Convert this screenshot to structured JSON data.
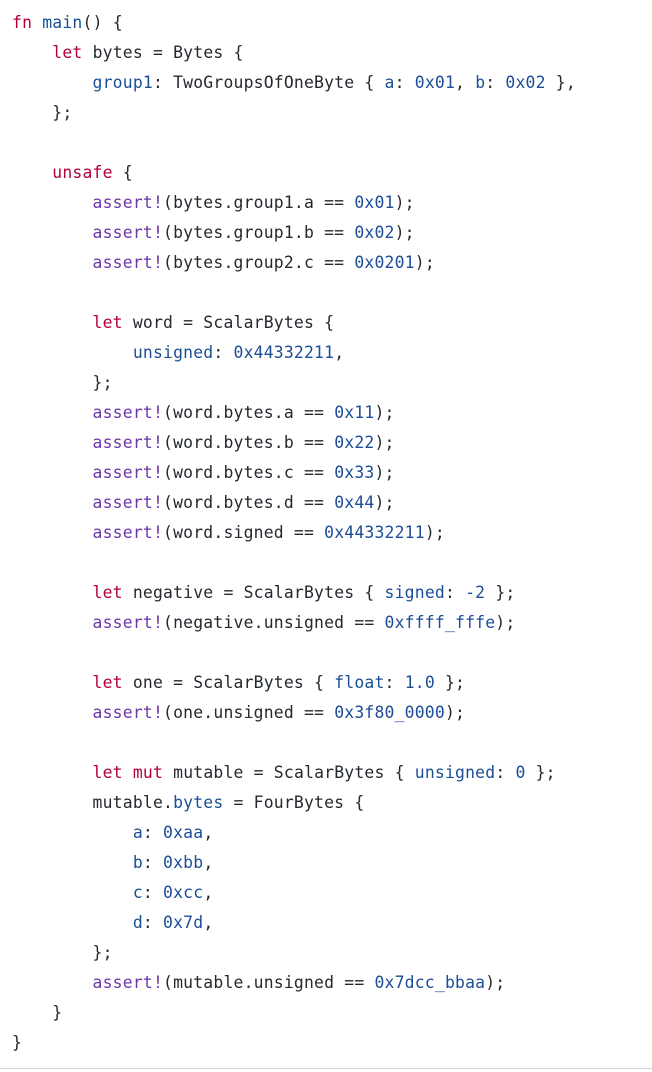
{
  "colors": {
    "keyword": "#b1003f",
    "function": "#194f99",
    "macro": "#6c36a9",
    "number": "#1d4c98",
    "field": "#1a4f96",
    "text": "#24292f",
    "background": "#ffffff"
  },
  "code": {
    "lines": [
      [
        {
          "t": "fn",
          "c": "kw"
        },
        {
          "t": " ",
          "c": "plain"
        },
        {
          "t": "main",
          "c": "fn"
        },
        {
          "t": "() {",
          "c": "plain"
        }
      ],
      [
        {
          "t": "    ",
          "c": "plain"
        },
        {
          "t": "let",
          "c": "kw"
        },
        {
          "t": " bytes = Bytes {",
          "c": "plain"
        }
      ],
      [
        {
          "t": "        ",
          "c": "plain"
        },
        {
          "t": "group1",
          "c": "fld"
        },
        {
          "t": ": TwoGroupsOfOneByte { ",
          "c": "plain"
        },
        {
          "t": "a",
          "c": "fld"
        },
        {
          "t": ": ",
          "c": "plain"
        },
        {
          "t": "0x01",
          "c": "num"
        },
        {
          "t": ", ",
          "c": "plain"
        },
        {
          "t": "b",
          "c": "fld"
        },
        {
          "t": ": ",
          "c": "plain"
        },
        {
          "t": "0x02",
          "c": "num"
        },
        {
          "t": " },",
          "c": "plain"
        }
      ],
      [
        {
          "t": "    };",
          "c": "plain"
        }
      ],
      [],
      [
        {
          "t": "    ",
          "c": "plain"
        },
        {
          "t": "unsafe",
          "c": "kw"
        },
        {
          "t": " {",
          "c": "plain"
        }
      ],
      [
        {
          "t": "        ",
          "c": "plain"
        },
        {
          "t": "assert!",
          "c": "mac"
        },
        {
          "t": "(bytes.group1.a == ",
          "c": "plain"
        },
        {
          "t": "0x01",
          "c": "num"
        },
        {
          "t": ");",
          "c": "plain"
        }
      ],
      [
        {
          "t": "        ",
          "c": "plain"
        },
        {
          "t": "assert!",
          "c": "mac"
        },
        {
          "t": "(bytes.group1.b == ",
          "c": "plain"
        },
        {
          "t": "0x02",
          "c": "num"
        },
        {
          "t": ");",
          "c": "plain"
        }
      ],
      [
        {
          "t": "        ",
          "c": "plain"
        },
        {
          "t": "assert!",
          "c": "mac"
        },
        {
          "t": "(bytes.group2.c == ",
          "c": "plain"
        },
        {
          "t": "0x0201",
          "c": "num"
        },
        {
          "t": ");",
          "c": "plain"
        }
      ],
      [],
      [
        {
          "t": "        ",
          "c": "plain"
        },
        {
          "t": "let",
          "c": "kw"
        },
        {
          "t": " word = ScalarBytes {",
          "c": "plain"
        }
      ],
      [
        {
          "t": "            ",
          "c": "plain"
        },
        {
          "t": "unsigned",
          "c": "fld"
        },
        {
          "t": ": ",
          "c": "plain"
        },
        {
          "t": "0x44332211",
          "c": "num"
        },
        {
          "t": ",",
          "c": "plain"
        }
      ],
      [
        {
          "t": "        };",
          "c": "plain"
        }
      ],
      [
        {
          "t": "        ",
          "c": "plain"
        },
        {
          "t": "assert!",
          "c": "mac"
        },
        {
          "t": "(word.bytes.a == ",
          "c": "plain"
        },
        {
          "t": "0x11",
          "c": "num"
        },
        {
          "t": ");",
          "c": "plain"
        }
      ],
      [
        {
          "t": "        ",
          "c": "plain"
        },
        {
          "t": "assert!",
          "c": "mac"
        },
        {
          "t": "(word.bytes.b == ",
          "c": "plain"
        },
        {
          "t": "0x22",
          "c": "num"
        },
        {
          "t": ");",
          "c": "plain"
        }
      ],
      [
        {
          "t": "        ",
          "c": "plain"
        },
        {
          "t": "assert!",
          "c": "mac"
        },
        {
          "t": "(word.bytes.c == ",
          "c": "plain"
        },
        {
          "t": "0x33",
          "c": "num"
        },
        {
          "t": ");",
          "c": "plain"
        }
      ],
      [
        {
          "t": "        ",
          "c": "plain"
        },
        {
          "t": "assert!",
          "c": "mac"
        },
        {
          "t": "(word.bytes.d == ",
          "c": "plain"
        },
        {
          "t": "0x44",
          "c": "num"
        },
        {
          "t": ");",
          "c": "plain"
        }
      ],
      [
        {
          "t": "        ",
          "c": "plain"
        },
        {
          "t": "assert!",
          "c": "mac"
        },
        {
          "t": "(word.signed == ",
          "c": "plain"
        },
        {
          "t": "0x44332211",
          "c": "num"
        },
        {
          "t": ");",
          "c": "plain"
        }
      ],
      [],
      [
        {
          "t": "        ",
          "c": "plain"
        },
        {
          "t": "let",
          "c": "kw"
        },
        {
          "t": " negative = ScalarBytes { ",
          "c": "plain"
        },
        {
          "t": "signed",
          "c": "fld"
        },
        {
          "t": ": ",
          "c": "plain"
        },
        {
          "t": "-2",
          "c": "num"
        },
        {
          "t": " };",
          "c": "plain"
        }
      ],
      [
        {
          "t": "        ",
          "c": "plain"
        },
        {
          "t": "assert!",
          "c": "mac"
        },
        {
          "t": "(negative.unsigned == ",
          "c": "plain"
        },
        {
          "t": "0xffff_fffe",
          "c": "num"
        },
        {
          "t": ");",
          "c": "plain"
        }
      ],
      [],
      [
        {
          "t": "        ",
          "c": "plain"
        },
        {
          "t": "let",
          "c": "kw"
        },
        {
          "t": " one = ScalarBytes { ",
          "c": "plain"
        },
        {
          "t": "float",
          "c": "fld"
        },
        {
          "t": ": ",
          "c": "plain"
        },
        {
          "t": "1.0",
          "c": "num"
        },
        {
          "t": " };",
          "c": "plain"
        }
      ],
      [
        {
          "t": "        ",
          "c": "plain"
        },
        {
          "t": "assert!",
          "c": "mac"
        },
        {
          "t": "(one.unsigned == ",
          "c": "plain"
        },
        {
          "t": "0x3f80_0000",
          "c": "num"
        },
        {
          "t": ");",
          "c": "plain"
        }
      ],
      [],
      [
        {
          "t": "        ",
          "c": "plain"
        },
        {
          "t": "let",
          "c": "kw"
        },
        {
          "t": " ",
          "c": "plain"
        },
        {
          "t": "mut",
          "c": "kw"
        },
        {
          "t": " mutable = ScalarBytes { ",
          "c": "plain"
        },
        {
          "t": "unsigned",
          "c": "fld"
        },
        {
          "t": ": ",
          "c": "plain"
        },
        {
          "t": "0",
          "c": "num"
        },
        {
          "t": " };",
          "c": "plain"
        }
      ],
      [
        {
          "t": "        mutable.",
          "c": "plain"
        },
        {
          "t": "bytes",
          "c": "fld"
        },
        {
          "t": " = FourBytes {",
          "c": "plain"
        }
      ],
      [
        {
          "t": "            ",
          "c": "plain"
        },
        {
          "t": "a",
          "c": "fld"
        },
        {
          "t": ": ",
          "c": "plain"
        },
        {
          "t": "0xaa",
          "c": "num"
        },
        {
          "t": ",",
          "c": "plain"
        }
      ],
      [
        {
          "t": "            ",
          "c": "plain"
        },
        {
          "t": "b",
          "c": "fld"
        },
        {
          "t": ": ",
          "c": "plain"
        },
        {
          "t": "0xbb",
          "c": "num"
        },
        {
          "t": ",",
          "c": "plain"
        }
      ],
      [
        {
          "t": "            ",
          "c": "plain"
        },
        {
          "t": "c",
          "c": "fld"
        },
        {
          "t": ": ",
          "c": "plain"
        },
        {
          "t": "0xcc",
          "c": "num"
        },
        {
          "t": ",",
          "c": "plain"
        }
      ],
      [
        {
          "t": "            ",
          "c": "plain"
        },
        {
          "t": "d",
          "c": "fld"
        },
        {
          "t": ": ",
          "c": "plain"
        },
        {
          "t": "0x7d",
          "c": "num"
        },
        {
          "t": ",",
          "c": "plain"
        }
      ],
      [
        {
          "t": "        };",
          "c": "plain"
        }
      ],
      [
        {
          "t": "        ",
          "c": "plain"
        },
        {
          "t": "assert!",
          "c": "mac"
        },
        {
          "t": "(mutable.unsigned == ",
          "c": "plain"
        },
        {
          "t": "0x7dcc_bbaa",
          "c": "num"
        },
        {
          "t": ");",
          "c": "plain"
        }
      ],
      [
        {
          "t": "    }",
          "c": "plain"
        }
      ],
      [
        {
          "t": "}",
          "c": "plain"
        }
      ]
    ]
  }
}
